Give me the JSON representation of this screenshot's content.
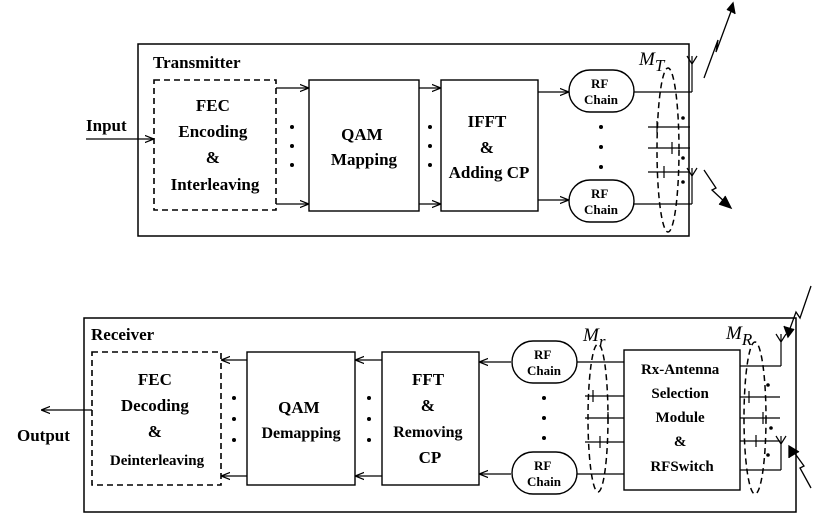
{
  "transmitter": {
    "title": "Transmitter",
    "input_label": "Input",
    "fec": [
      "FEC",
      "Encoding",
      "&",
      "Interleaving"
    ],
    "qam": [
      "QAM",
      "Mapping"
    ],
    "ifft": [
      "IFFT",
      "&",
      "Adding CP"
    ],
    "rf_top": [
      "RF",
      "Chain"
    ],
    "rf_bottom": [
      "RF",
      "Chain"
    ],
    "antenna_label": {
      "base": "M",
      "sub": "T"
    }
  },
  "receiver": {
    "title": "Receiver",
    "output_label": "Output",
    "fec": [
      "FEC",
      "Decoding",
      "&",
      "Deinterleaving"
    ],
    "qam": [
      "QAM",
      "Demapping"
    ],
    "fft": [
      "FFT",
      "&",
      "Removing",
      "CP"
    ],
    "rf_top": [
      "RF",
      "Chain"
    ],
    "rf_bottom": [
      "RF",
      "Chain"
    ],
    "rf_label": {
      "base": "M",
      "sub": "r"
    },
    "selection": [
      "Rx-Antenna",
      "Selection",
      "Module",
      "&",
      "RFSwitch"
    ],
    "antenna_label": {
      "base": "M",
      "sub": "R"
    }
  }
}
